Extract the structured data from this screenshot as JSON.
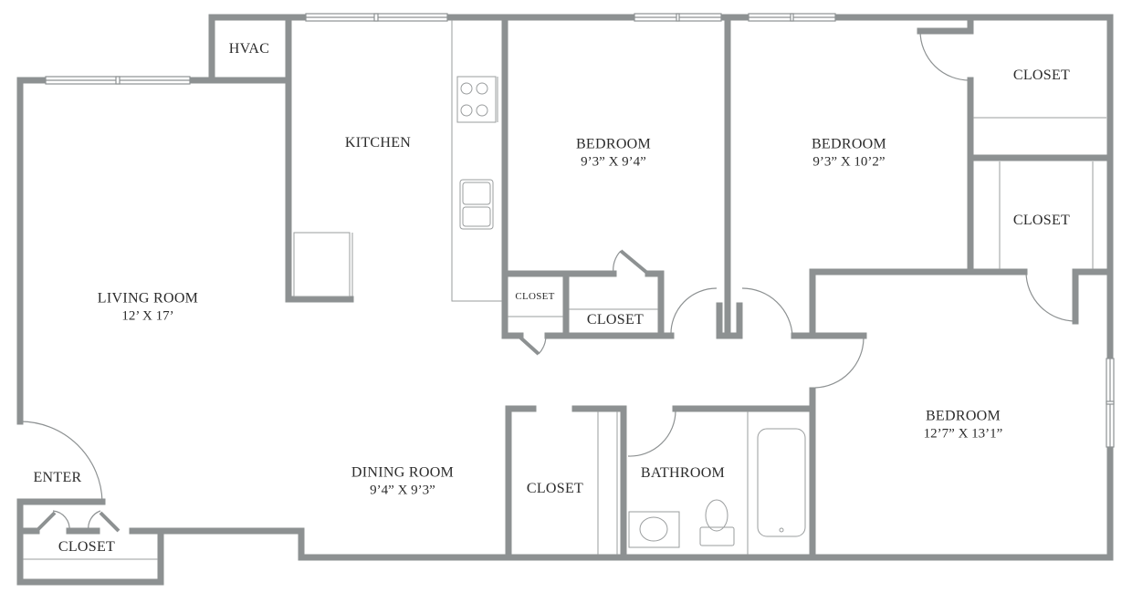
{
  "colors": {
    "wall": "#8d9192",
    "fixture_line": "#9a9d9e",
    "text": "#2b2b2b",
    "background": "#ffffff"
  },
  "rooms": [
    {
      "id": "hvac",
      "name": "HVAC",
      "dims": ""
    },
    {
      "id": "kitchen",
      "name": "KITCHEN",
      "dims": ""
    },
    {
      "id": "bedroom1",
      "name": "BEDROOM",
      "dims": "9’3” X 9’4”"
    },
    {
      "id": "bedroom2",
      "name": "BEDROOM",
      "dims": "9’3” X 10’2”"
    },
    {
      "id": "closet-top-right",
      "name": "CLOSET",
      "dims": ""
    },
    {
      "id": "closet-right-middle",
      "name": "CLOSET",
      "dims": ""
    },
    {
      "id": "living-room",
      "name": "LIVING ROOM",
      "dims": "12’ X 17’"
    },
    {
      "id": "closet-small",
      "name": "CLOSET",
      "dims": ""
    },
    {
      "id": "closet-bed1",
      "name": "CLOSET",
      "dims": ""
    },
    {
      "id": "enter",
      "name": "ENTER",
      "dims": ""
    },
    {
      "id": "closet-entry",
      "name": "CLOSET",
      "dims": ""
    },
    {
      "id": "dining-room",
      "name": "DINING ROOM",
      "dims": "9’4” X 9’3”"
    },
    {
      "id": "closet-hall",
      "name": "CLOSET",
      "dims": ""
    },
    {
      "id": "bathroom",
      "name": "BATHROOM",
      "dims": ""
    },
    {
      "id": "bedroom3",
      "name": "BEDROOM",
      "dims": "12’7” X 13’1”"
    }
  ],
  "fixtures": [
    "stove-cooktop",
    "kitchen-sink",
    "refrigerator",
    "bathroom-sink",
    "toilet",
    "bathtub"
  ]
}
